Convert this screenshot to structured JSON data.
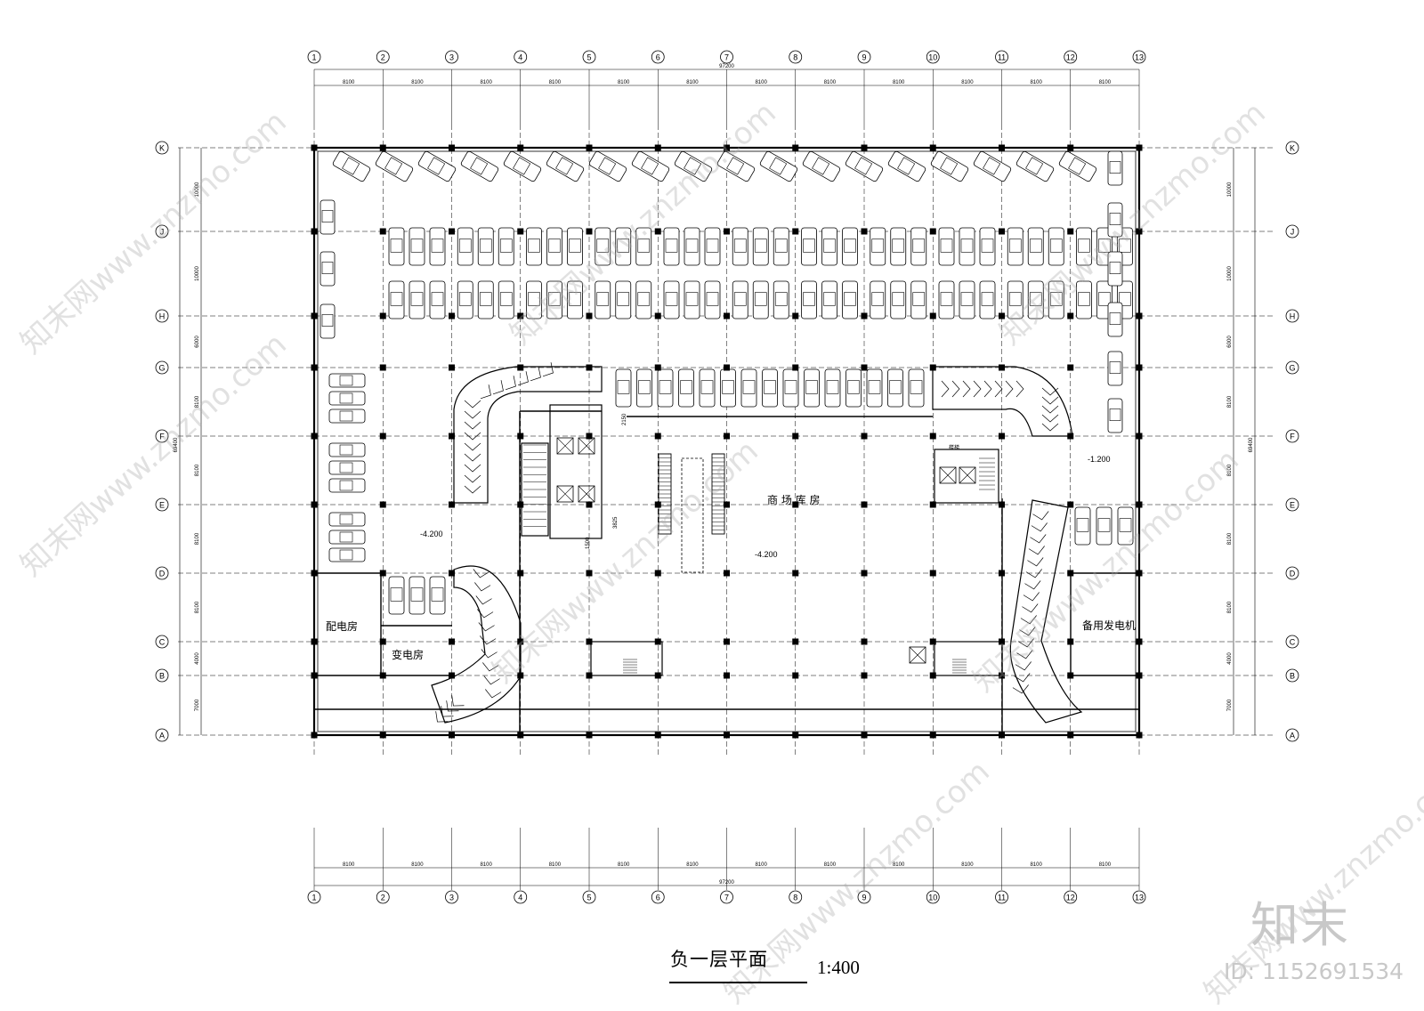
{
  "drawing": {
    "title": "负一层平面",
    "scale": "1:400"
  },
  "axes": {
    "columns": [
      "1",
      "2",
      "3",
      "4",
      "5",
      "6",
      "7",
      "8",
      "9",
      "10",
      "11",
      "12",
      "13"
    ],
    "column_spacings": [
      "8100",
      "8100",
      "8100",
      "8100",
      "8100",
      "8100",
      "8100",
      "8100",
      "8100",
      "8100",
      "8100",
      "8100"
    ],
    "column_total": "97200",
    "rows": [
      "K",
      "J",
      "H",
      "G",
      "F",
      "E",
      "D",
      "C",
      "B",
      "A"
    ],
    "row_spacings": [
      "10000",
      "10000",
      "6000",
      "8100",
      "8100",
      "8100",
      "8100",
      "4000",
      "7000"
    ],
    "row_total": "69400"
  },
  "rooms": {
    "storage": "商  场  库  房",
    "substation": "配电房",
    "transformer": "变电房",
    "generator": "备用发电机",
    "stair_label": "楼梯"
  },
  "elevations": {
    "left": "-4.200",
    "center": "-4.200",
    "right": "-1.200"
  },
  "dims": {
    "stair_a": "2150",
    "stair_b": "3825",
    "stair_c": "1500"
  },
  "brand": {
    "logo": "知末",
    "id": "ID: 1152691534",
    "watermark": "知末网www.znzmo.com"
  }
}
